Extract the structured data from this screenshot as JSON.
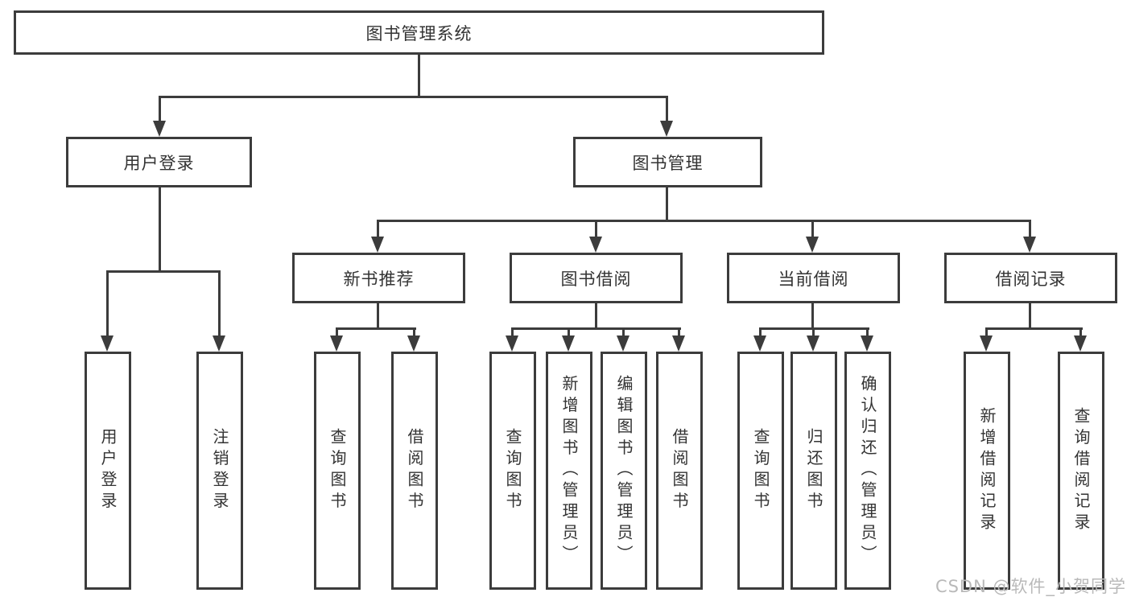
{
  "diagram": {
    "root": {
      "label": "图书管理系统"
    },
    "level2": [
      {
        "label": "用户登录"
      },
      {
        "label": "图书管理"
      }
    ],
    "level3": [
      {
        "label": "新书推荐"
      },
      {
        "label": "图书借阅"
      },
      {
        "label": "当前借阅"
      },
      {
        "label": "借阅记录"
      }
    ],
    "leaves": {
      "user_login": [
        {
          "label": "用户登录"
        },
        {
          "label": "注销登录"
        }
      ],
      "new_book_recommend": [
        {
          "label": "查询图书"
        },
        {
          "label": "借阅图书"
        }
      ],
      "book_borrowing": [
        {
          "label": "查询图书"
        },
        {
          "label": "新增图书（管理员）"
        },
        {
          "label": "编辑图书（管理员）"
        },
        {
          "label": "借阅图书"
        }
      ],
      "current_borrowing": [
        {
          "label": "查询图书"
        },
        {
          "label": "归还图书"
        },
        {
          "label": "确认归还（管理员）"
        }
      ],
      "borrowing_records": [
        {
          "label": "新增借阅记录"
        },
        {
          "label": "查询借阅记录"
        }
      ]
    }
  },
  "watermark": {
    "text": "CSDN @软件_小贺同学"
  },
  "colors": {
    "line": "#3c3c3c",
    "text": "#333333",
    "watermark": "#b9b9b9",
    "background": "#ffffff"
  }
}
